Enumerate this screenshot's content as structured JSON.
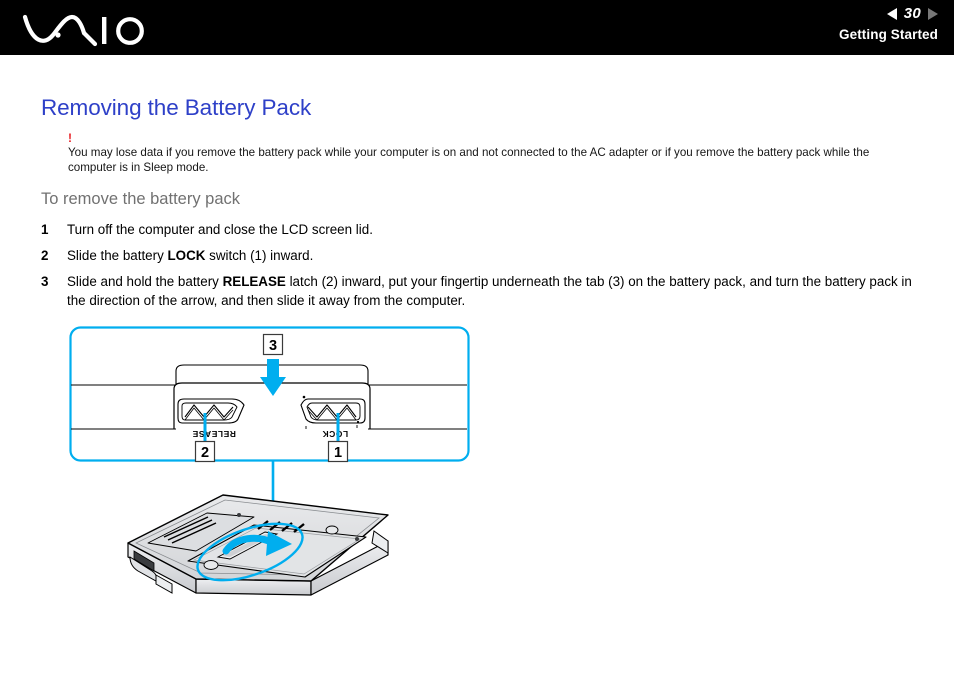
{
  "header": {
    "logo_name": "vaio-logo",
    "pager": {
      "prev_icon": "triangle-left-icon",
      "next_icon": "triangle-right-icon",
      "page_number": "30"
    },
    "section_label": "Getting Started"
  },
  "page": {
    "title": "Removing the Battery Pack",
    "note": {
      "marker": "!",
      "text": "You may lose data if you remove the battery pack while your computer is on and not connected to the AC adapter or if you remove the battery pack while the computer is in Sleep mode."
    },
    "sub_heading": "To remove the battery pack",
    "steps": [
      {
        "number": "1",
        "parts": [
          {
            "text": "Turn off the computer and close the LCD screen lid.",
            "bold": false
          }
        ]
      },
      {
        "number": "2",
        "parts": [
          {
            "text": "Slide the battery ",
            "bold": false
          },
          {
            "text": "LOCK",
            "bold": true
          },
          {
            "text": " switch (1) inward.",
            "bold": false
          }
        ]
      },
      {
        "number": "3",
        "parts": [
          {
            "text": "Slide and hold the battery ",
            "bold": false
          },
          {
            "text": "RELEASE",
            "bold": true
          },
          {
            "text": " latch (2) inward, put your fingertip underneath the tab (3) on the battery pack, and turn the battery pack in the direction of the arrow, and then slide it away from the computer.",
            "bold": false
          }
        ]
      }
    ]
  },
  "figure": {
    "name": "battery-removal-diagram",
    "callouts": [
      {
        "id": "3",
        "label": "3",
        "role": "battery-tab-callout"
      },
      {
        "id": "2",
        "label": "2",
        "role": "release-latch-callout"
      },
      {
        "id": "1",
        "label": "1",
        "role": "lock-switch-callout"
      }
    ],
    "switch_labels": [
      {
        "label": "RELEASE",
        "role": "release-latch-label"
      },
      {
        "label": "LOCK",
        "role": "lock-switch-label"
      }
    ],
    "accent_color": "#00AEEF",
    "line_color": "#000000"
  }
}
